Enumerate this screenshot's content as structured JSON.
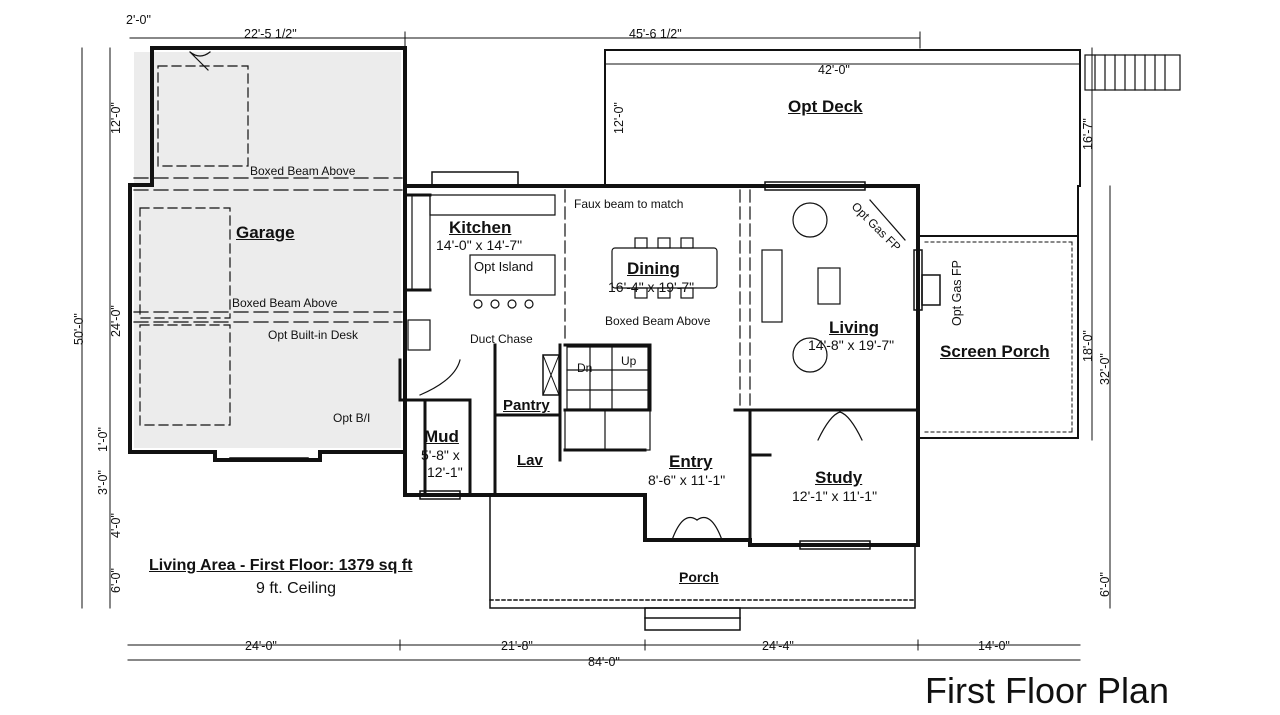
{
  "drawing": {
    "title": "First Floor Plan",
    "living_area": "Living Area - First Floor: 1379 sq ft",
    "ceiling": "9 ft. Ceiling"
  },
  "rooms": {
    "garage": "Garage",
    "opt_deck": "Opt Deck",
    "kitchen": {
      "name": "Kitchen",
      "size": "14'-0\" x 14'-7\""
    },
    "opt_island": "Opt Island",
    "dining": {
      "name": "Dining",
      "size": "16'-4\" x 19'-7\""
    },
    "living": {
      "name": "Living",
      "size": "14'-8\" x 19'-7\""
    },
    "screen_porch": "Screen Porch",
    "pantry": "Pantry",
    "mud": {
      "name": "Mud",
      "size_line1": "5'-8\" x",
      "size_line2": "12'-1\""
    },
    "lav": "Lav",
    "entry": {
      "name": "Entry",
      "size": "8'-6\" x 11'-1\""
    },
    "study": {
      "name": "Study",
      "size": "12'-1\" x 11'-1\""
    },
    "porch": "Porch"
  },
  "notes": {
    "boxed_beam_1": "Boxed Beam Above",
    "boxed_beam_2": "Boxed Beam Above",
    "boxed_beam_3": "Boxed Beam Above",
    "faux_beam": "Faux beam to match",
    "opt_gas_fp_1": "Opt Gas FP",
    "opt_gas_fp_2": "Opt Gas FP",
    "opt_builtin_desk": "Opt Built-in Desk",
    "duct_chase": "Duct Chase",
    "opt_bi": "Opt B/I",
    "stair_dn": "Dn",
    "stair_up": "Up"
  },
  "dimensions": {
    "top_2_0": "2'-0\"",
    "top_22_5_half": "22'-5 1/2\"",
    "top_45_6_half": "45'-6 1/2\"",
    "deck_42_0": "42'-0\"",
    "deck_12_0": "12'-0\"",
    "right_16_7": "16'-7\"",
    "right_18_0": "18'-0\"",
    "right_32_0": "32'-0\"",
    "right_6_0": "6'-0\"",
    "left_50_0": "50'-0\"",
    "left_12_0": "12'-0\"",
    "left_24_0": "24'-0\"",
    "left_1_0": "1'-0\"",
    "left_3_0": "3'-0\"",
    "left_4_0": "4'-0\"",
    "left_6_0": "6'-0\"",
    "bottom_24_0": "24'-0\"",
    "bottom_21_8": "21'-8\"",
    "bottom_24_4": "24'-4\"",
    "bottom_14_0": "14'-0\"",
    "bottom_84_0": "84'-0\""
  }
}
